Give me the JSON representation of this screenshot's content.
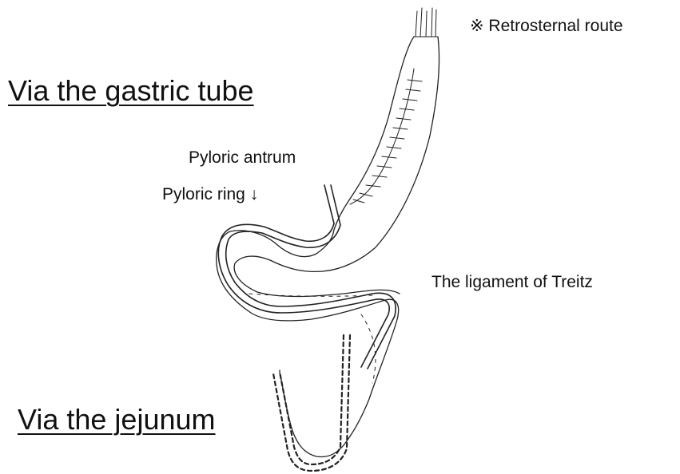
{
  "figure": {
    "title_gastric": "Via the gastric tube",
    "title_jejunum": "Via the jejunum",
    "note_route": "※ Retrosternal route",
    "label_antrum": "Pyloric antrum",
    "label_ring": "Pyloric ring ↓",
    "label_treitz": "The ligament of Treitz",
    "colors": {
      "ink": "#111111",
      "background": "#ffffff"
    }
  }
}
